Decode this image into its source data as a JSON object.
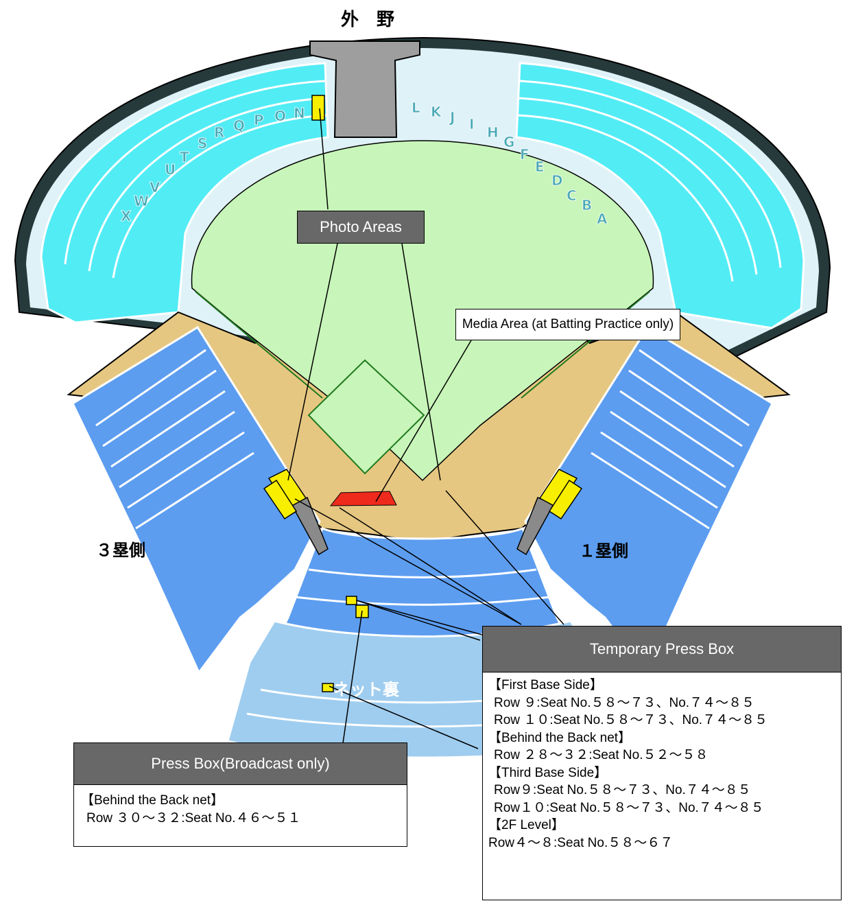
{
  "labels": {
    "outfield": "外　野",
    "third_side": "３塁側",
    "first_side": "１塁側",
    "backnet": "ネット裏"
  },
  "blocks_left": [
    "N",
    "O",
    "P",
    "Q",
    "R",
    "S",
    "T",
    "U",
    "V",
    "W",
    "X"
  ],
  "blocks_right": [
    "L",
    "K",
    "J",
    "I",
    "H",
    "G",
    "F",
    "E",
    "D",
    "C",
    "B",
    "A"
  ],
  "callouts": {
    "photo_areas": "Photo Areas",
    "media_area": "Media Area  (at Batting Practice only)",
    "temporary_press_box": {
      "title": "Temporary Press Box",
      "lines": [
        "【First Base Side】",
        "Row ９:Seat No.５８～７３、No.７４～８５",
        "Row １０:Seat No.５８～７３、No.７４～８５",
        "【Behind the Back net】",
        "Row ２８～３２:Seat No.５２～５８",
        "【Third Base Side】",
        "Row９:Seat No.５８～７３、No.７４～８５",
        "Row１０:Seat No.５８～７３、No.７４～８５",
        "【2F Level】",
        "Row４～８:Seat No.５８～６７"
      ]
    },
    "press_box": {
      "title": "Press Box(Broadcast only)",
      "lines": [
        "【Behind the Back net】",
        "Row ３０～３２:Seat No.４６～５１"
      ]
    }
  },
  "colors": {
    "outfield_seats": "#52ecf5",
    "infield_seats": "#5c9df0",
    "backnet_seats": "#9fcdef",
    "concourse": "#dff2f8",
    "grass": "#c8f5b9",
    "dirt": "#e6c781",
    "press_marker": "#f7ee00",
    "media_area": "#ee2a1c",
    "callout_header": "#686868"
  }
}
